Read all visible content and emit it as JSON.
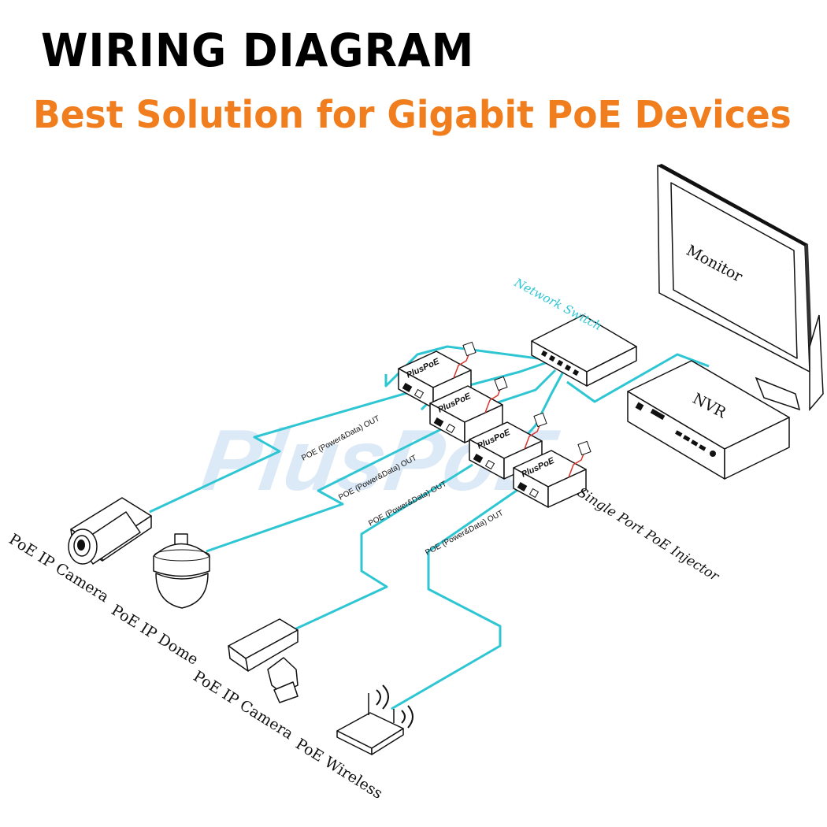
{
  "header": {
    "title": "WIRING DIAGRAM",
    "subtitle": "Best Solution for Gigabit PoE Devices"
  },
  "watermark": "PlusPoE",
  "colors": {
    "accent": "#f07e1e",
    "cable": "#2fc6d3",
    "watermark": "#dce9f7",
    "power_cord": "#d9342b"
  },
  "equipment": {
    "monitor": "Monitor",
    "nvr": "NVR",
    "switch": "Network Switch",
    "injector_brand": "PlusPoE",
    "injector_caption": "Single Port PoE Injector"
  },
  "poe_out_labels": [
    "POE (Power&Data) OUT",
    "POE (Power&Data) OUT",
    "POE (Power&Data) OUT",
    "POE (Power&Data) OUT"
  ],
  "devices": [
    {
      "label": "PoE IP Camera",
      "icon": "bullet-camera-icon"
    },
    {
      "label": "PoE IP Dome",
      "icon": "dome-camera-icon"
    },
    {
      "label": "PoE IP Camera",
      "icon": "box-camera-icon"
    },
    {
      "label": "PoE Wireless",
      "icon": "wireless-router-icon"
    }
  ]
}
